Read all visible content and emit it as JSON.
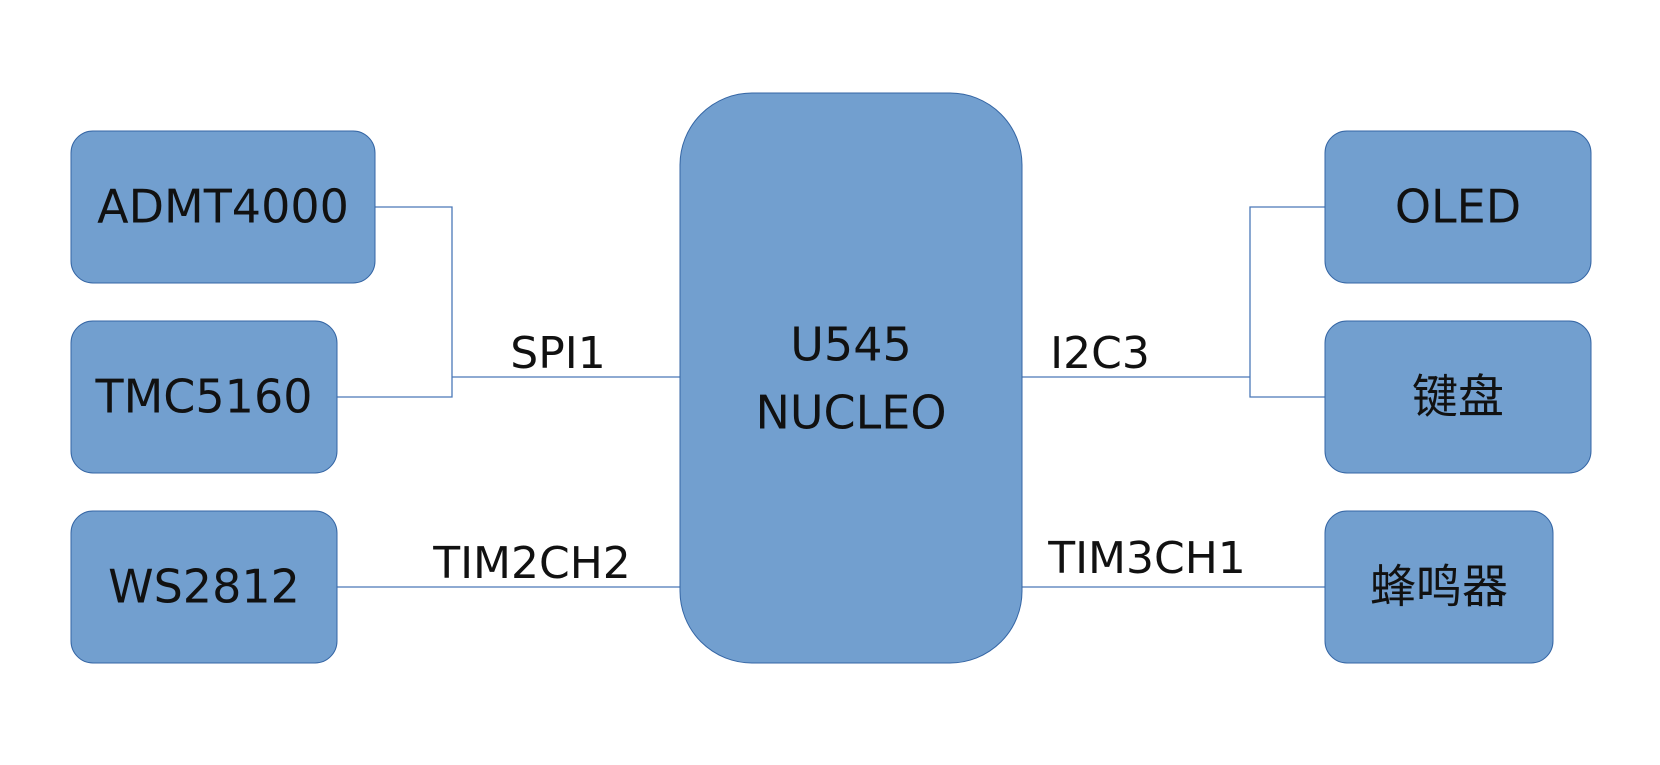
{
  "blocks": {
    "mcu": {
      "line1": "U545",
      "line2": "NUCLEO"
    },
    "admt4000": "ADMT4000",
    "tmc5160": "TMC5160",
    "ws2812": "WS2812",
    "oled": "OLED",
    "keyboard": "键盘",
    "buzzer": "蜂鸣器"
  },
  "buses": {
    "spi": "SPI1",
    "tim2": "TIM2CH2",
    "i2c": "I2C3",
    "tim3": "TIM3CH1"
  },
  "colors": {
    "block_fill": "#729fcf",
    "block_stroke": "#3465a4",
    "wire": "#4a78b8"
  }
}
